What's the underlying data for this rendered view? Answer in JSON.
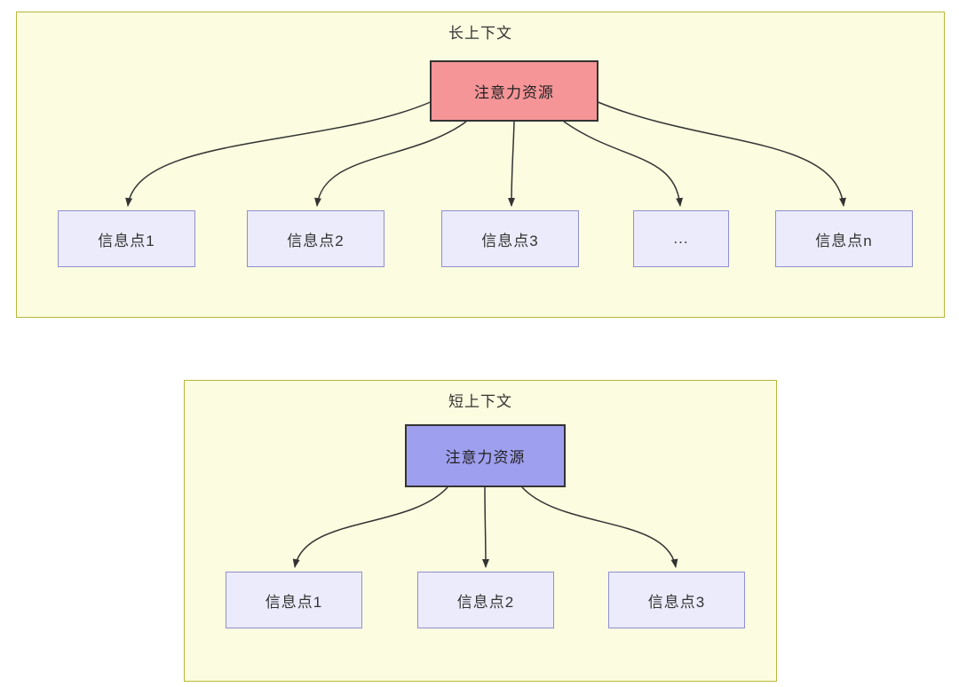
{
  "long_context": {
    "title": "长上下文",
    "attention_label": "注意力资源",
    "nodes": [
      "信息点1",
      "信息点2",
      "信息点3",
      "...",
      "信息点n"
    ]
  },
  "short_context": {
    "title": "短上下文",
    "attention_label": "注意力资源",
    "nodes": [
      "信息点1",
      "信息点2",
      "信息点3"
    ]
  },
  "colors": {
    "container_bg": "#fcfce0",
    "container_border": "#b8b83c",
    "attention_long_bg": "#f59598",
    "attention_short_bg": "#9f9ff0",
    "attention_border": "#333333",
    "node_bg": "#ebebfb",
    "node_border": "#8f8fd0",
    "arrow": "#333333",
    "text": "#333333"
  }
}
